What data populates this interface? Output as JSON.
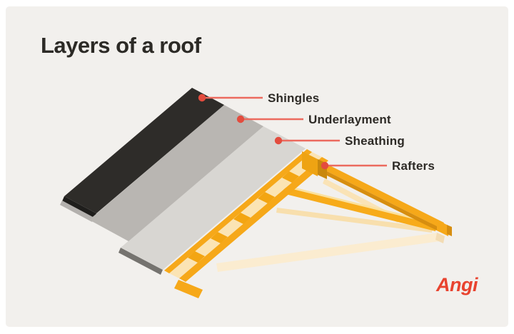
{
  "title": "Layers of a roof",
  "callouts": [
    {
      "label": "Shingles",
      "layer_color": "#2e2c29"
    },
    {
      "label": "Underlayment",
      "layer_color": "#b9b6b2"
    },
    {
      "label": "Sheathing",
      "layer_color": "#d8d6d2"
    },
    {
      "label": "Rafters",
      "layer_color": "#f6a819"
    }
  ],
  "brand": {
    "name": "Angi",
    "color": "#e8432f"
  },
  "diagram": {
    "type": "roof-layers-cutaway",
    "layers_top_to_bottom": [
      "Shingles",
      "Underlayment",
      "Sheathing",
      "Rafters"
    ],
    "colors": {
      "background": "#f2f0ed",
      "page_border": "#ffffff",
      "shingles": "#2e2c29",
      "underlayment": "#b9b6b2",
      "sheathing": "#d8d6d2",
      "rafter_yellow": "#f6a819",
      "rafter_shadow": "#d78e10",
      "rafter_pale": "#fbe4b4",
      "callout_line": "#ec6a5e",
      "callout_dot": "#e34c3e",
      "text": "#2d2a26"
    }
  }
}
